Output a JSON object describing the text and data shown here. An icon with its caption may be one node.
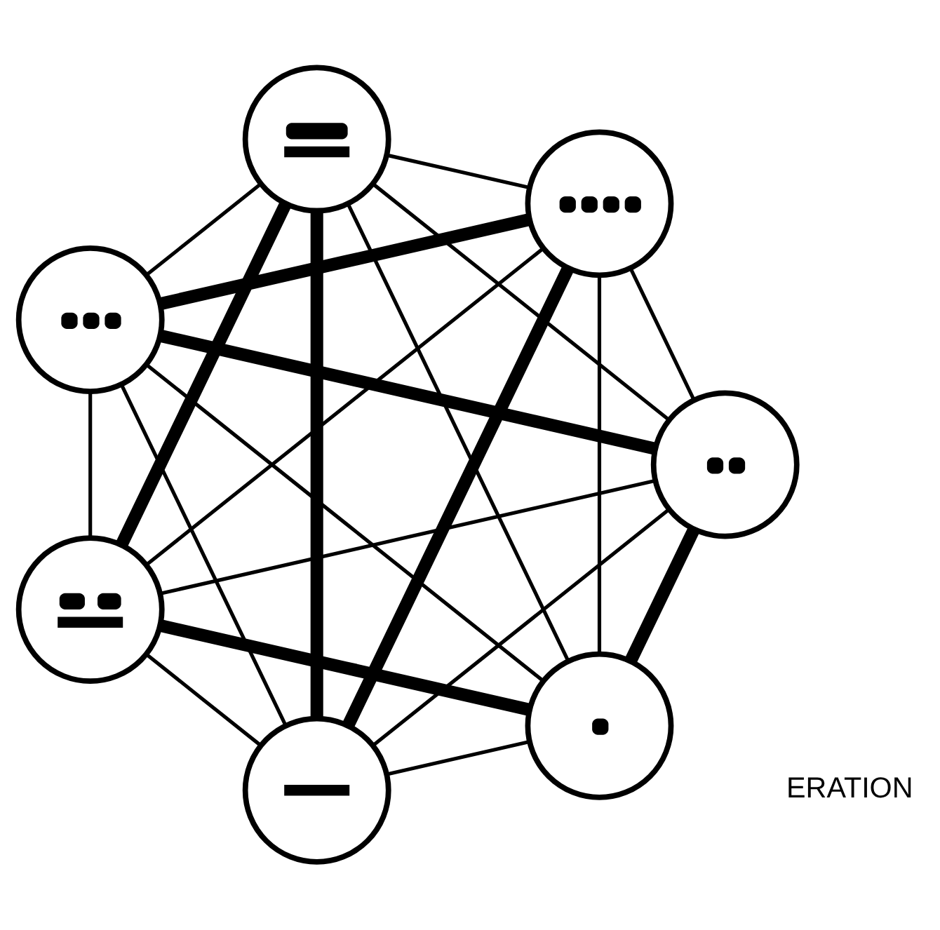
{
  "diagram": {
    "nodes": [
      {
        "text": [],
        "shape": "circle"
      },
      {
        "text": [],
        "shape": "circle"
      },
      {
        "text": [],
        "shape": "circle"
      },
      {
        "text": [],
        "shape": "circle"
      },
      {
        "text": [],
        "shape": "circle"
      },
      {
        "text": [],
        "shape": "circle"
      },
      {
        "text": [],
        "shape": "circle"
      }
    ],
    "edges": [
      {
        "from": 0,
        "to": 2,
        "arrow": "none",
        "style": "thick"
      },
      {
        "from": 2,
        "to": 4,
        "arrow": "none",
        "style": "thick"
      },
      {
        "from": 4,
        "to": 6,
        "arrow": "none",
        "style": "thick"
      },
      {
        "from": 6,
        "to": 5,
        "arrow": "none",
        "style": "thick"
      },
      {
        "from": 5,
        "to": 3,
        "arrow": "none",
        "style": "thick"
      },
      {
        "from": 3,
        "to": 1,
        "arrow": "none",
        "style": "thick"
      },
      {
        "from": 1,
        "to": 0,
        "arrow": "none",
        "style": "thick"
      },
      {
        "from": 0,
        "to": 3,
        "arrow": "none"
      },
      {
        "from": 0,
        "to": 4,
        "arrow": "none"
      },
      {
        "from": 0,
        "to": 5,
        "arrow": "none"
      },
      {
        "from": 0,
        "to": 6,
        "arrow": "none"
      },
      {
        "from": 1,
        "to": 2,
        "arrow": "none"
      },
      {
        "from": 1,
        "to": 4,
        "arrow": "none"
      },
      {
        "from": 1,
        "to": 5,
        "arrow": "none"
      },
      {
        "from": 1,
        "to": 6,
        "arrow": "none"
      },
      {
        "from": 2,
        "to": 3,
        "arrow": "none"
      },
      {
        "from": 2,
        "to": 5,
        "arrow": "none"
      },
      {
        "from": 2,
        "to": 6,
        "arrow": "none"
      },
      {
        "from": 3,
        "to": 4,
        "arrow": "none"
      },
      {
        "from": 3,
        "to": 6,
        "arrow": "none"
      },
      {
        "from": 4,
        "to": 5,
        "arrow": "none"
      }
    ],
    "labels": [
      "ERATION"
    ]
  }
}
